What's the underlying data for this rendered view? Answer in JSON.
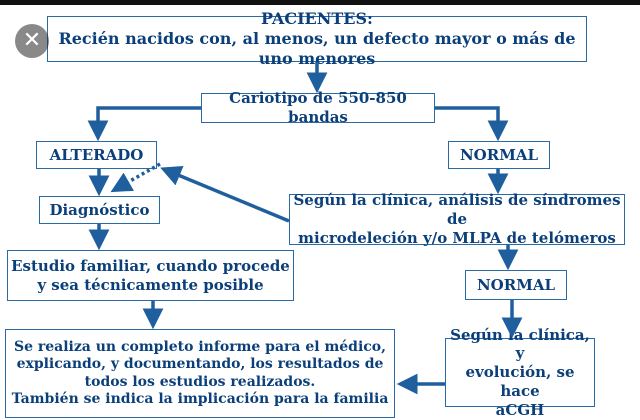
{
  "diagram": {
    "patients": {
      "title": "PACIENTES:",
      "subtitle": "Recién nacidos con, al menos, un defecto mayor o más de uno menores"
    },
    "karyotype": "Cariotipo de 550-850 bandas",
    "altered": "ALTERADO",
    "normal_1": "NORMAL",
    "diagnostic": "Diagnóstico",
    "syndromes": {
      "line1": "Según la clínica, análisis de síndromes de",
      "line2": "microdeleción y/o MLPA de telómeros"
    },
    "family_study": {
      "line1": "Estudio familiar, cuando procede",
      "line2": "y sea técnicamente posible"
    },
    "normal_2": "NORMAL",
    "report": {
      "line1": "Se realiza un completo informe para el médico,",
      "line2": "explicando, y documentando, los resultados de",
      "line3": "todos los estudios realizados.",
      "line4": "También se indica la implicación para la familia"
    },
    "acgh": {
      "line1": "Según la clínica, y",
      "line2": "evolución, se hace",
      "line3": "aCGH"
    }
  },
  "ui": {
    "close_icon": "close-icon",
    "close_glyph": "✕",
    "accent_color": "#0b3f7a",
    "arrow_color": "#1f5f9e"
  }
}
